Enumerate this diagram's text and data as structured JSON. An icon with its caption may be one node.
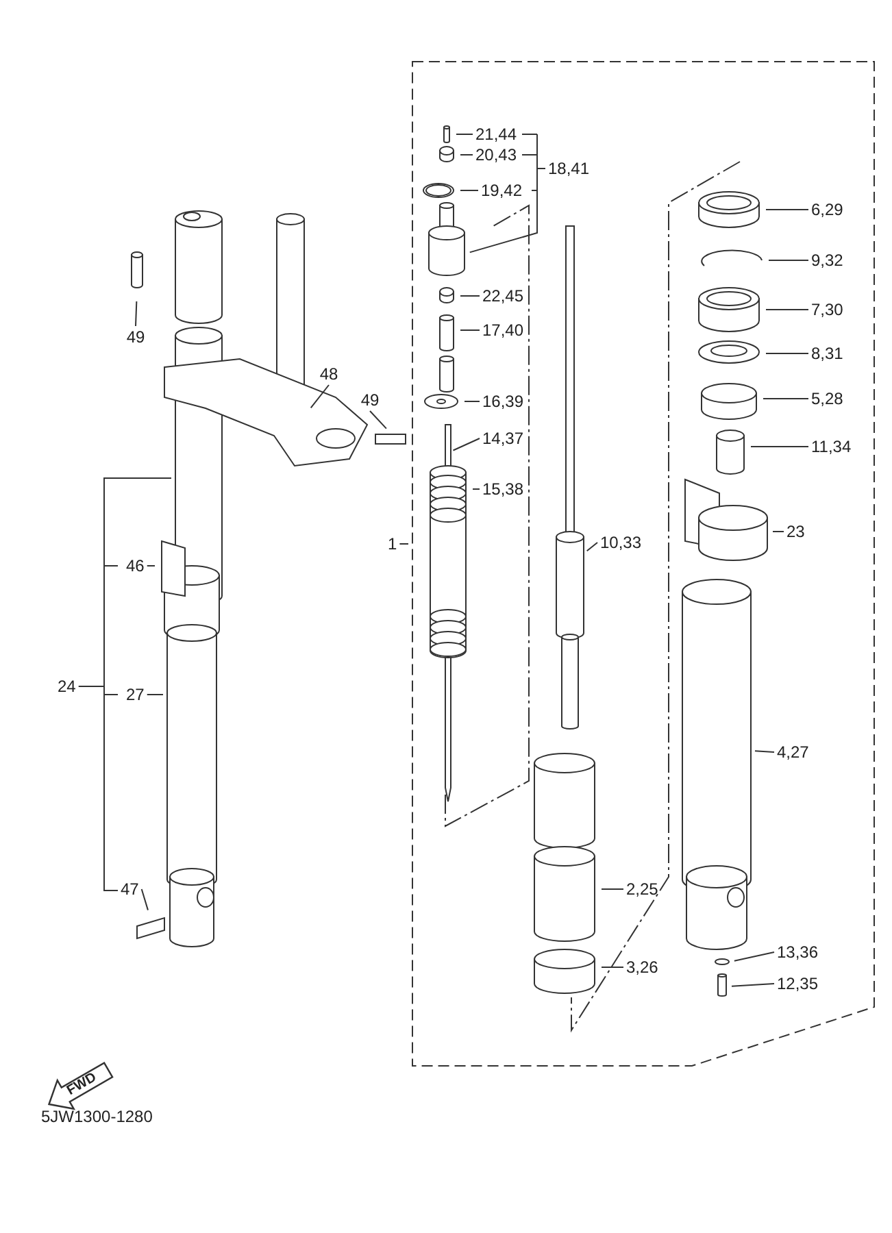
{
  "diagram": {
    "nodes": [
      {
        "text": [
          "21,44"
        ]
      },
      {
        "text": [
          "20,43"
        ]
      },
      {
        "text": [
          "19,42"
        ]
      },
      {
        "text": [
          "18,41"
        ]
      },
      {
        "text": [
          "6,29"
        ]
      },
      {
        "text": [
          "9,32"
        ]
      },
      {
        "text": [
          "7,30"
        ]
      },
      {
        "text": [
          "8,31"
        ]
      },
      {
        "text": [
          "5,28"
        ]
      },
      {
        "text": [
          "49"
        ]
      },
      {
        "text": [
          "22,45"
        ]
      },
      {
        "text": [
          "17,40"
        ]
      },
      {
        "text": [
          "48"
        ]
      },
      {
        "text": [
          "49"
        ]
      },
      {
        "text": [
          "16,39"
        ]
      },
      {
        "text": [
          "11,34"
        ]
      },
      {
        "text": [
          "14,37"
        ]
      },
      {
        "text": [
          "15,38"
        ]
      },
      {
        "text": [
          "23"
        ]
      },
      {
        "text": [
          "1"
        ]
      },
      {
        "text": [
          "10,33"
        ]
      },
      {
        "text": [
          "46"
        ]
      },
      {
        "text": [
          "24"
        ]
      },
      {
        "text": [
          "27"
        ]
      },
      {
        "text": [
          "4,27"
        ]
      },
      {
        "text": [
          "2,25"
        ]
      },
      {
        "text": [
          "47"
        ]
      },
      {
        "text": [
          "13,36"
        ]
      },
      {
        "text": [
          "3,26"
        ]
      },
      {
        "text": [
          "12,35"
        ]
      }
    ],
    "edges": [
      {
        "from": 0,
        "to": null,
        "arrow": "none"
      },
      {
        "from": 1,
        "to": null,
        "arrow": "none"
      },
      {
        "from": 2,
        "to": null,
        "arrow": "none"
      },
      {
        "from": 3,
        "to": null,
        "arrow": "none"
      },
      {
        "from": 4,
        "to": null,
        "arrow": "none"
      },
      {
        "from": 5,
        "to": null,
        "arrow": "none"
      },
      {
        "from": 6,
        "to": null,
        "arrow": "none"
      },
      {
        "from": 7,
        "to": null,
        "arrow": "none"
      },
      {
        "from": 8,
        "to": null,
        "arrow": "none"
      },
      {
        "from": 9,
        "to": null,
        "arrow": "none"
      },
      {
        "from": 10,
        "to": null,
        "arrow": "none"
      },
      {
        "from": 11,
        "to": null,
        "arrow": "none"
      },
      {
        "from": 12,
        "to": null,
        "arrow": "none"
      },
      {
        "from": 13,
        "to": null,
        "arrow": "none"
      },
      {
        "from": 14,
        "to": null,
        "arrow": "none"
      },
      {
        "from": 15,
        "to": null,
        "arrow": "none"
      },
      {
        "from": 16,
        "to": null,
        "arrow": "none"
      },
      {
        "from": 17,
        "to": null,
        "arrow": "none"
      },
      {
        "from": 18,
        "to": null,
        "arrow": "none"
      },
      {
        "from": 19,
        "to": null,
        "arrow": "none"
      },
      {
        "from": 20,
        "to": null,
        "arrow": "none"
      },
      {
        "from": 21,
        "to": null,
        "arrow": "none"
      },
      {
        "from": 22,
        "to": null,
        "arrow": "none"
      },
      {
        "from": 23,
        "to": null,
        "arrow": "none"
      },
      {
        "from": 24,
        "to": null,
        "arrow": "none"
      },
      {
        "from": 25,
        "to": null,
        "arrow": "none"
      },
      {
        "from": 26,
        "to": null,
        "arrow": "none"
      },
      {
        "from": 27,
        "to": null,
        "arrow": "none"
      },
      {
        "from": 28,
        "to": null,
        "arrow": "none"
      },
      {
        "from": 29,
        "to": null,
        "arrow": "none"
      }
    ],
    "labels": [
      "FWD",
      "5JW1300-1280"
    ]
  }
}
